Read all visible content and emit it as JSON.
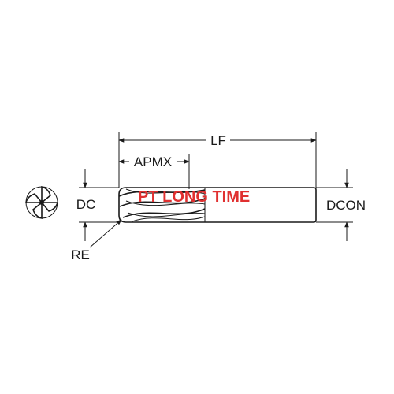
{
  "dimensions": {
    "overall_length": "LF",
    "flute_length": "APMX",
    "cutting_diameter": "DC",
    "shank_diameter": "DCON",
    "corner_radius": "RE"
  },
  "watermark": "PT LONG TIME",
  "colors": {
    "line": "#1a1a1a",
    "watermark": "#e03030"
  }
}
